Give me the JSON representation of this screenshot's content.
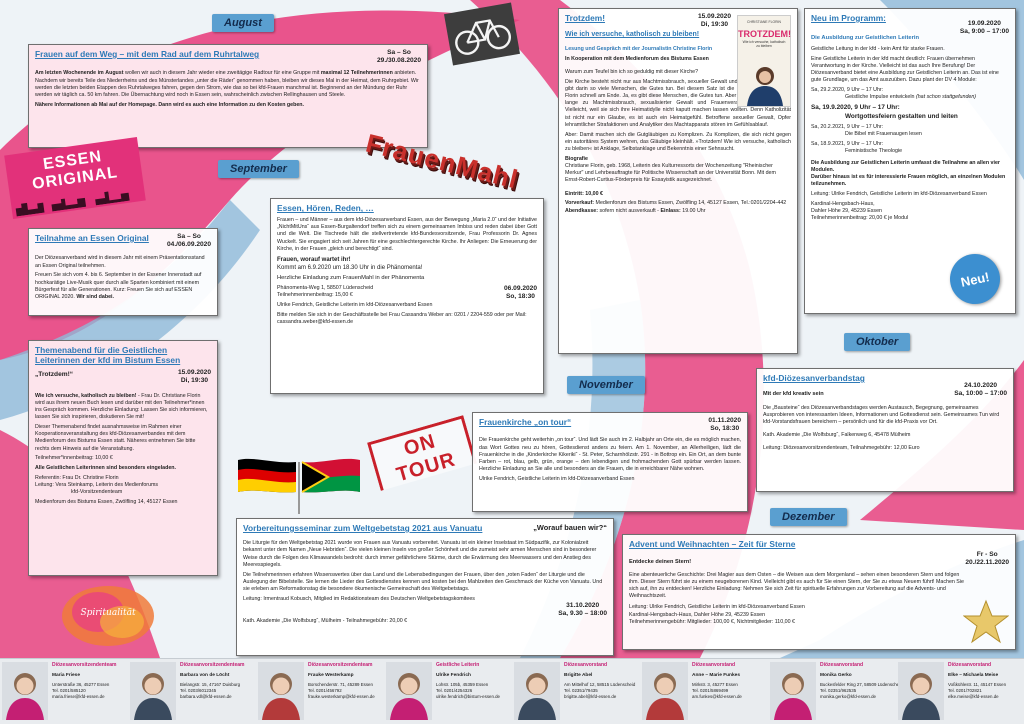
{
  "months": {
    "august": "August",
    "september": "September",
    "oktober": "Oktober",
    "november": "November",
    "dezember": "Dezember"
  },
  "aug": {
    "title": "Frauen auf dem Weg – mit dem Rad auf dem Ruhrtalweg",
    "days": "Sa – So",
    "date": "29./30.08.2020",
    "p1a": "Am letzten Wochenende im",
    "p1b": "August",
    "p1c": "wollen wir auch in diesem Jahr wieder eine zweitägige Radtour für eine Gruppe mit",
    "p1d": "maximal 12 Teilnehmerinnen",
    "p1e": "anbieten. Nachdem wir bereits Teile des Niederrheins und des Münsterlandes „unter die Räder“ genommen haben, bleiben wir dieses Mal in der Heimat, dem Ruhrgebiet. Wir werden die letzten beiden Etappen des Ruhrtalweges fahren, gegen den Strom, wie das so bei kfd-Frauen manchmal ist. Beginnend an der Mündung der Ruhr werden wir täglich ca. 50 km fahren. Die Übernachtung wird noch in Essen sein, wahrscheinlich zwischen Rellinghausen und Steele.",
    "p2": "Nähere Informationen ab Mai auf der Homepage. Dann wird es auch eine Information zu den Kosten geben."
  },
  "essen_original": {
    "logo_l1": "ESSEN",
    "logo_l2": "ORIGINAL",
    "title": "Teilnahme an Essen Original",
    "days": "Sa – So",
    "date": "04./06.09.2020",
    "p1": "Der Diözesanverband wird in diesem Jahr mit einem Präsentationsstand an Essen Original teilnehmen.",
    "p2a": "Freuen Sie sich vom 4. bis 6. September in der Essener Innenstadt auf hochkarätige Live-Musik quer durch alle Sparten kombiniert mit einem Bürgerfest für alle Generationen. Kurz: Freuen Sie sich auf ESSEN ORIGINAL 2020.",
    "p2b": "Wir sind dabei."
  },
  "themen": {
    "title": "Themenabend für die Geistlichen Leiterinnen der kfd im Bistum Essen",
    "quote": "„Trotzdem!“",
    "date": "15.09.2020",
    "time": "Di, 19:30",
    "p1a": "Wie ich versuche, katholisch zu bleiben!",
    "p1b": "- Frau Dr. Christiane Florin wird aus ihrem neuen Buch lesen und darüber mit den Teilnehmer*innen ins Gespräch kommen. Herzliche Einladung: Lassen Sie sich informieren, lassen Sie sich inspirieren, diskutieren Sie mit!",
    "p2": "Dieser Themenabend findet ausnahmsweise im Rahmen einer Kooperationsveranstaltung des kfd-Diözesanverbandes mit dem Medienforum des Bistums Essen statt. Näheres entnehmen Sie bitte rechts dem Hinweis auf die Veranstaltung.",
    "p3": "Teilnehmer*innenbeitrag: 10,00 €",
    "p4": "Alle Geistlichen Leiterinnen sind besonders eingeladen.",
    "p5": "Referentin: Frau Dr. Christine Florin",
    "p6": "Leitung: Vera Steinkamp, Leiterin des Medienforums",
    "p7": "kfd-Vorsitzendenteam",
    "p8": "Medienforum des Bistums Essen, Zwölfling 14, 45127 Essen"
  },
  "frauenmahl": {
    "banner": "FrauenMahl",
    "title": "Essen, Hören, Reden, …",
    "p1": "Frauen – und Männer – aus dem kfd-Diözesanverband Essen, aus der Bewegung „Maria 2.0“ und der Initiative „NichtMitUns“ aus Essen-Burgaltendorf treffen sich zu einem gemeinsamen Imbiss und reden dabei über Gott und die Welt. Die Tischrede hält die stellvertretende kfd-Bundesvorsitzende, Frau Professorin Dr. Agnes Wuckelt. Sie engagiert sich seit Jahren für eine geschlechtergerechte Kirche. Ihr Anliegen: Die Erneuerung der Kirche, in der Frauen „gleich und berechtigt“ sind.",
    "p2a": "Frauen, worauf wartet ihr!",
    "p2b": "Kommt am 6.9.2020 um 18.30 Uhr in die Phänomenta!",
    "p3": "Herzliche Einladung zum FrauenMahl in der Phänomenta",
    "date": "06.09.2020",
    "time": "So, 18:30",
    "p4": "Phänomenta-Weg 1, 58507 Lüdenscheid",
    "p5": "Teilnehmerinnenbeitrag: 15,00 €",
    "p6": "Ulrike Fendrich, Geistliche Leiterin im kfd-Diözesanverband Essen",
    "p7": "Bitte melden Sie sich in der Geschäftsstelle bei Frau Cassandra Weber an: 0201 / 2204-559 oder per Mail: cassandra.weber@kfd-essen.de"
  },
  "trotzdem": {
    "title": "Trotzdem!",
    "date": "15.09.2020",
    "time": "Di, 19:30",
    "subtitle": "Wie ich versuche, katholisch zu bleiben!",
    "book_author": "CHRISTIANE FLORIN",
    "book_title": "TROTZDEM!",
    "book_sub": "Wie ich versuche, katholisch zu bleiben",
    "l1": "Lesung und Gespräch mit der Journalistin Christine Florin",
    "l2": "In Kooperation mit dem Medienforum des Bistums Essen",
    "p1": "Warum zum Teufel bin ich so geduldig mit dieser Kirche?",
    "p2": "Die Kirche besteht nicht nur aus Machtmissbrauch, sexueller Gewalt und Frauenverachtung, es gibt darin so viele Menschen, die Gutes tun. Bei diesem Satz ist die Geduld von Christiane Florin schnell am Ende. Ja, es gibt diese Menschen, die Gutes tun. Aber auch sie haben viel zu lange zu Machtmissbrauch, sexualisierter Gewalt und Frauenverachtung geschwiegen. Vielleicht, weil sie sich ihre Heimatidylle nicht kaputt machen lassen wollten. Denn Katholizität ist nicht nur ein Glaube, es ist auch ein Heimatgefühl. Betroffene sexueller Gewalt, Opfer lehramtlicher Strafaktionen und Analytiker des Machtapparats stören im Gefühlsablauf.",
    "p3": "Aber: Damit machen sich die Gutgläubigen zu Komplizen. Zu Komplizen, die sich nicht gegen ein autoritäres System wehren, das Gläubige kleinhält. »Trotzdem! Wie ich versuche, katholisch zu bleiben« ist Anklage, Selbstanklage und Bekenntnis einer Sehnsucht.",
    "bio_h": "Biografie",
    "bio": "Christiane Florin, geb. 1968, Leiterin des Kulturressorts der Wochenzeitung \"Rheinischer Merkur\" und Lehrbeauftragte für Politische Wissenschaft an der Universität Bonn. Mit dem Ernst-Robert-Curtius-Förderpreis für Essayistik ausgezeichnet.",
    "eintritt": "Eintritt: 10,00 €",
    "vvk_a": "Vorverkauf:",
    "vvk_b": "Medienforum des Bistums Essen, Zwölfling 14, 45127 Essen, Tel.:0201/2204-442",
    "ak_a": "Abendkasse:",
    "ak_b": "sofern nicht ausverkauft -",
    "ak_c": "Einlass:",
    "ak_d": "19.00 Uhr"
  },
  "neu": {
    "title": "Neu im Programm:",
    "date": "19.09.2020",
    "time": "Sa, 9:00 – 17:00",
    "subtitle": "Die Ausbildung zur Geistlichen Leiterin",
    "p1": "Geistliche Leitung in der kfd - kein Amt für starke Frauen.",
    "p2": "Eine Geistliche Leiterin in der kfd macht deutlich: Frauen übernehmen Verantwortung in der Kirche. Vielleicht ist das auch Ihre Berufung! Der Diözesanverband bietet eine Ausbildung zur Geistlichen Leiterin an. Das ist eine gute Grundlage, um das Amt auszuüben. Dazu plant der DV 4 Module:",
    "m1a": "Sa, 29.2.2020, 9 Uhr – 17 Uhr:",
    "m1b": "Geistliche Impulse entwickeln",
    "m1c": "(hat schon stattgefunden)",
    "m2a": "Sa, 19.9.2020, 9 Uhr – 17 Uhr:",
    "m2b": "Wortgottesfeiern gestalten und leiten",
    "m3a": "Sa, 20.2.2021, 9 Uhr – 17 Uhr:",
    "m3b": "Die Bibel mit Frauenaugen lesen",
    "m4a": "Sa, 18.9.2021, 9 Uhr – 17 Uhr:",
    "m4b": "Feministische Theologie",
    "p3": "Die Ausbildung zur Geistlichen Leiterin umfasst die Teilnahme an allen vier Modulen.",
    "p4": "Darüber hinaus ist es für interessierte Frauen möglich, an einzelnen Modulen teilzunehmen.",
    "p5": "Leitung: Ulrike Fendrich, Geistliche Leiterin im kfd-Diözesanverband Essen",
    "p6": "Kardinal-Hengsbach-Haus,",
    "p7": "Dahler Höhe 29, 45239 Essen",
    "p8": "Teilnehmerinnenbeitrag: 20,00 € je Modul",
    "badge": "Neu!"
  },
  "oktober": {
    "title": "kfd-Diözesanverbandstag",
    "sub": "Mit der kfd kreativ sein",
    "date": "24.10.2020",
    "time": "Sa, 10:00 – 17:00",
    "p1": "Die „Bausteine“ des Diözesanverbandstages werden Austausch, Begegnung, gemeinsames Ausprobieren von interessanten Ideen, Informationen und Gottesdienst sein. Gemeinsames Tun wird kfd-Vorstandsfrauen bereichern – persönlich und für die kfd-Praxis vor Ort.",
    "p2": "Kath. Akademie „Die Wolfsburg“, Falkenweg 6, 45478 Mülheim",
    "p3": "Leitung: Diözesanvorsitzendenteam, Teilnahmegebühr: 12,00 Euro"
  },
  "november": {
    "stamp": "ON TOUR",
    "title": "Frauenkirche „on tour“",
    "date": "01.11.2020",
    "time": "So, 18:30",
    "p1": "Die Frauenkirche geht weiterhin „on tour“. Und lädt Sie auch im 2. Halbjahr an Orte ein, die es möglich machen, das Wort Gottes neu zu hören, Gottesdienst anders zu feiern. Am 1. November, an Allerheiligen, lädt die Frauenkirche in die „Kinderkirche Kikeriki“ - St. Peter, Scharnhölzstr. 291 - in Bottrop ein. Ein Ort, an dem bunte Farben – rot, blau, gelb, grün, orange – den lebendigen und frohmachenden Gott spürbar werden lassen. Herzliche Einladung an Sie alle und besonders an die Frauen, die in erreichbarer Nähe wohnen.",
    "p2": "Ulrike Fendrich, Geistliche Leiterin im kfd-Diözesanverband Essen"
  },
  "vanuatu": {
    "title": "Vorbereitungsseminar zum Weltgebetstag 2021 aus Vanuatu",
    "quote": "„Worauf bauen wir?“",
    "p1": "Die Liturgie für den Weltgebetstag 2021 wurde von Frauen aus Vanuatu vorbereitet. Vanuatu ist ein kleiner Inselstaat im Südpazifik, zur Kolonialzeit bekannt unter dem Namen „Neue Hebriden“. Die vielen kleinen Inseln von großer Schönheit und die zumeist sehr armen Menschen sind in besonderer Weise durch die Folgen des Klimawandels bedroht: durch immer gefährlichere Stürme, durch die Erwärmung des Meerwassers und den Anstieg des Meeresspiegels.",
    "p2": "Die Teilnehmerinnen erfahren Wissenswertes über das Land und die Lebensbedingungen der Frauen, über den „roten Faden“ der Liturgie und die Auslegung der Bibelstelle. Sie lernen die Lieder des Gottesdienstes kennen und kosten bei den Mahlzeiten den Geschmack der Küche von Vanuatu. Und sie erleben am Reformationstag die besondere ökumenische Gemeinschaft des Weltgebetstags.",
    "p3": "Leitung: Irmentraud Kobusch, Mitglied im Redaktionsteam des Deutschen Weltgebetstagskomitees",
    "date": "31.10.2020",
    "time": "Sa, 9.30 – 18:00",
    "p4": "Kath. Akademie „Die Wolfsburg“, Mülheim - Teilnahmegebühr: 20,00 €"
  },
  "advent": {
    "title": "Advent und Weihnachten – Zeit für Sterne",
    "days": "Fr - So",
    "date": "20./22.11.2020",
    "sub": "Entdecke deinen Stern!",
    "p1": "Eine abenteuerliche Geschichte: Drei Magier aus dem Osten – die Weisen aus dem Morgenland – sehen einen besonderen Stern und folgen ihm. Dieser Stern führt sie zu einem neugeborenen Kind. Vielleicht gibt es auch für Sie einen Stern, der Sie zu etwas Neuem führt! Machen Sie sich auf, ihn zu entdecken! Herzliche Einladung: Nehmen Sie sich Zeit für spirituelle Erfahrungen zur Vorbereitung auf die Advents- und Weihnachtszeit.",
    "p2": "Leitung: Ulrike Fendrich, Geistliche Leiterin im kfd-Diözesanverband Essen",
    "p3": "Kardinal-Hengsbach-Haus, Dahler Höhe 29, 45239 Essen",
    "p4": "Teilnehmerinnengebühr: Mitglieder: 100,00 €, Nichtmitglieder: 110,00 €"
  },
  "spiritualitaet": "Spiritualität",
  "colors": {
    "accent": "#2e7ab7",
    "pink": "#e8427f",
    "month": "#5a9fd0"
  },
  "footer": [
    {
      "role": "Diözesanvorsitzendenteam",
      "name": "Maria Friese",
      "a1": "Unterstraße 36, 45277 Essen",
      "a2": "Tel. 0201/585120",
      "a3": "maria.friese@kfd-essen.de"
    },
    {
      "role": "Diözesanvorsitzendenteam",
      "name": "Barbara von de Löcht",
      "a1": "Bielangstr. 15, 47167 Duisburg",
      "a2": "Tel. 0203/6012345",
      "a3": "barbara.vdl@kfd-essen.de"
    },
    {
      "role": "Diözesanvorsitzendenteam",
      "name": "Frauke Westerkamp",
      "a1": "Borschenderstr. 71, 45289 Essen",
      "a2": "Tel. 0201/456792",
      "a3": "frauke.westerkamp@kfd-essen.de"
    },
    {
      "role": "Geistliche Leiterin",
      "name": "Ulrike Fendrich",
      "a1": "Lohstr. 105b, 45359 Essen",
      "a2": "Tel. 0201/4254326",
      "a3": "ulrike.fendrich@bistum-essen.de"
    },
    {
      "role": "Diözesanvorstand",
      "name": "Brigitte Abel",
      "a1": "Am Mittelhof 12, 58515 Lüdenscheid",
      "a2": "Tel. 02351/79435",
      "a3": "brigitte.abel@kfd-essen.de"
    },
    {
      "role": "Diözesanvorstand",
      "name": "Anne – Marie Funkes",
      "a1": "Mirkstr. 3, 45277 Essen",
      "a2": "Tel. 0201/5869499",
      "a3": "am.funkes@kfd-essen.de"
    },
    {
      "role": "Diözesanvorstand",
      "name": "Monika Gerko",
      "a1": "Buckesfelder Ring 27, 58509 Lüdenscheid",
      "a2": "Tel. 02351/962535",
      "a3": "monika.gerko@kfd-essen.de"
    },
    {
      "role": "Diözesanvorstand",
      "name": "Elke – Michaela Meise",
      "a1": "Voßkühlestr. 11, 45147 Essen",
      "a2": "Tel. 0201/702821",
      "a3": "elke.meise@kfd-essen.de"
    }
  ]
}
